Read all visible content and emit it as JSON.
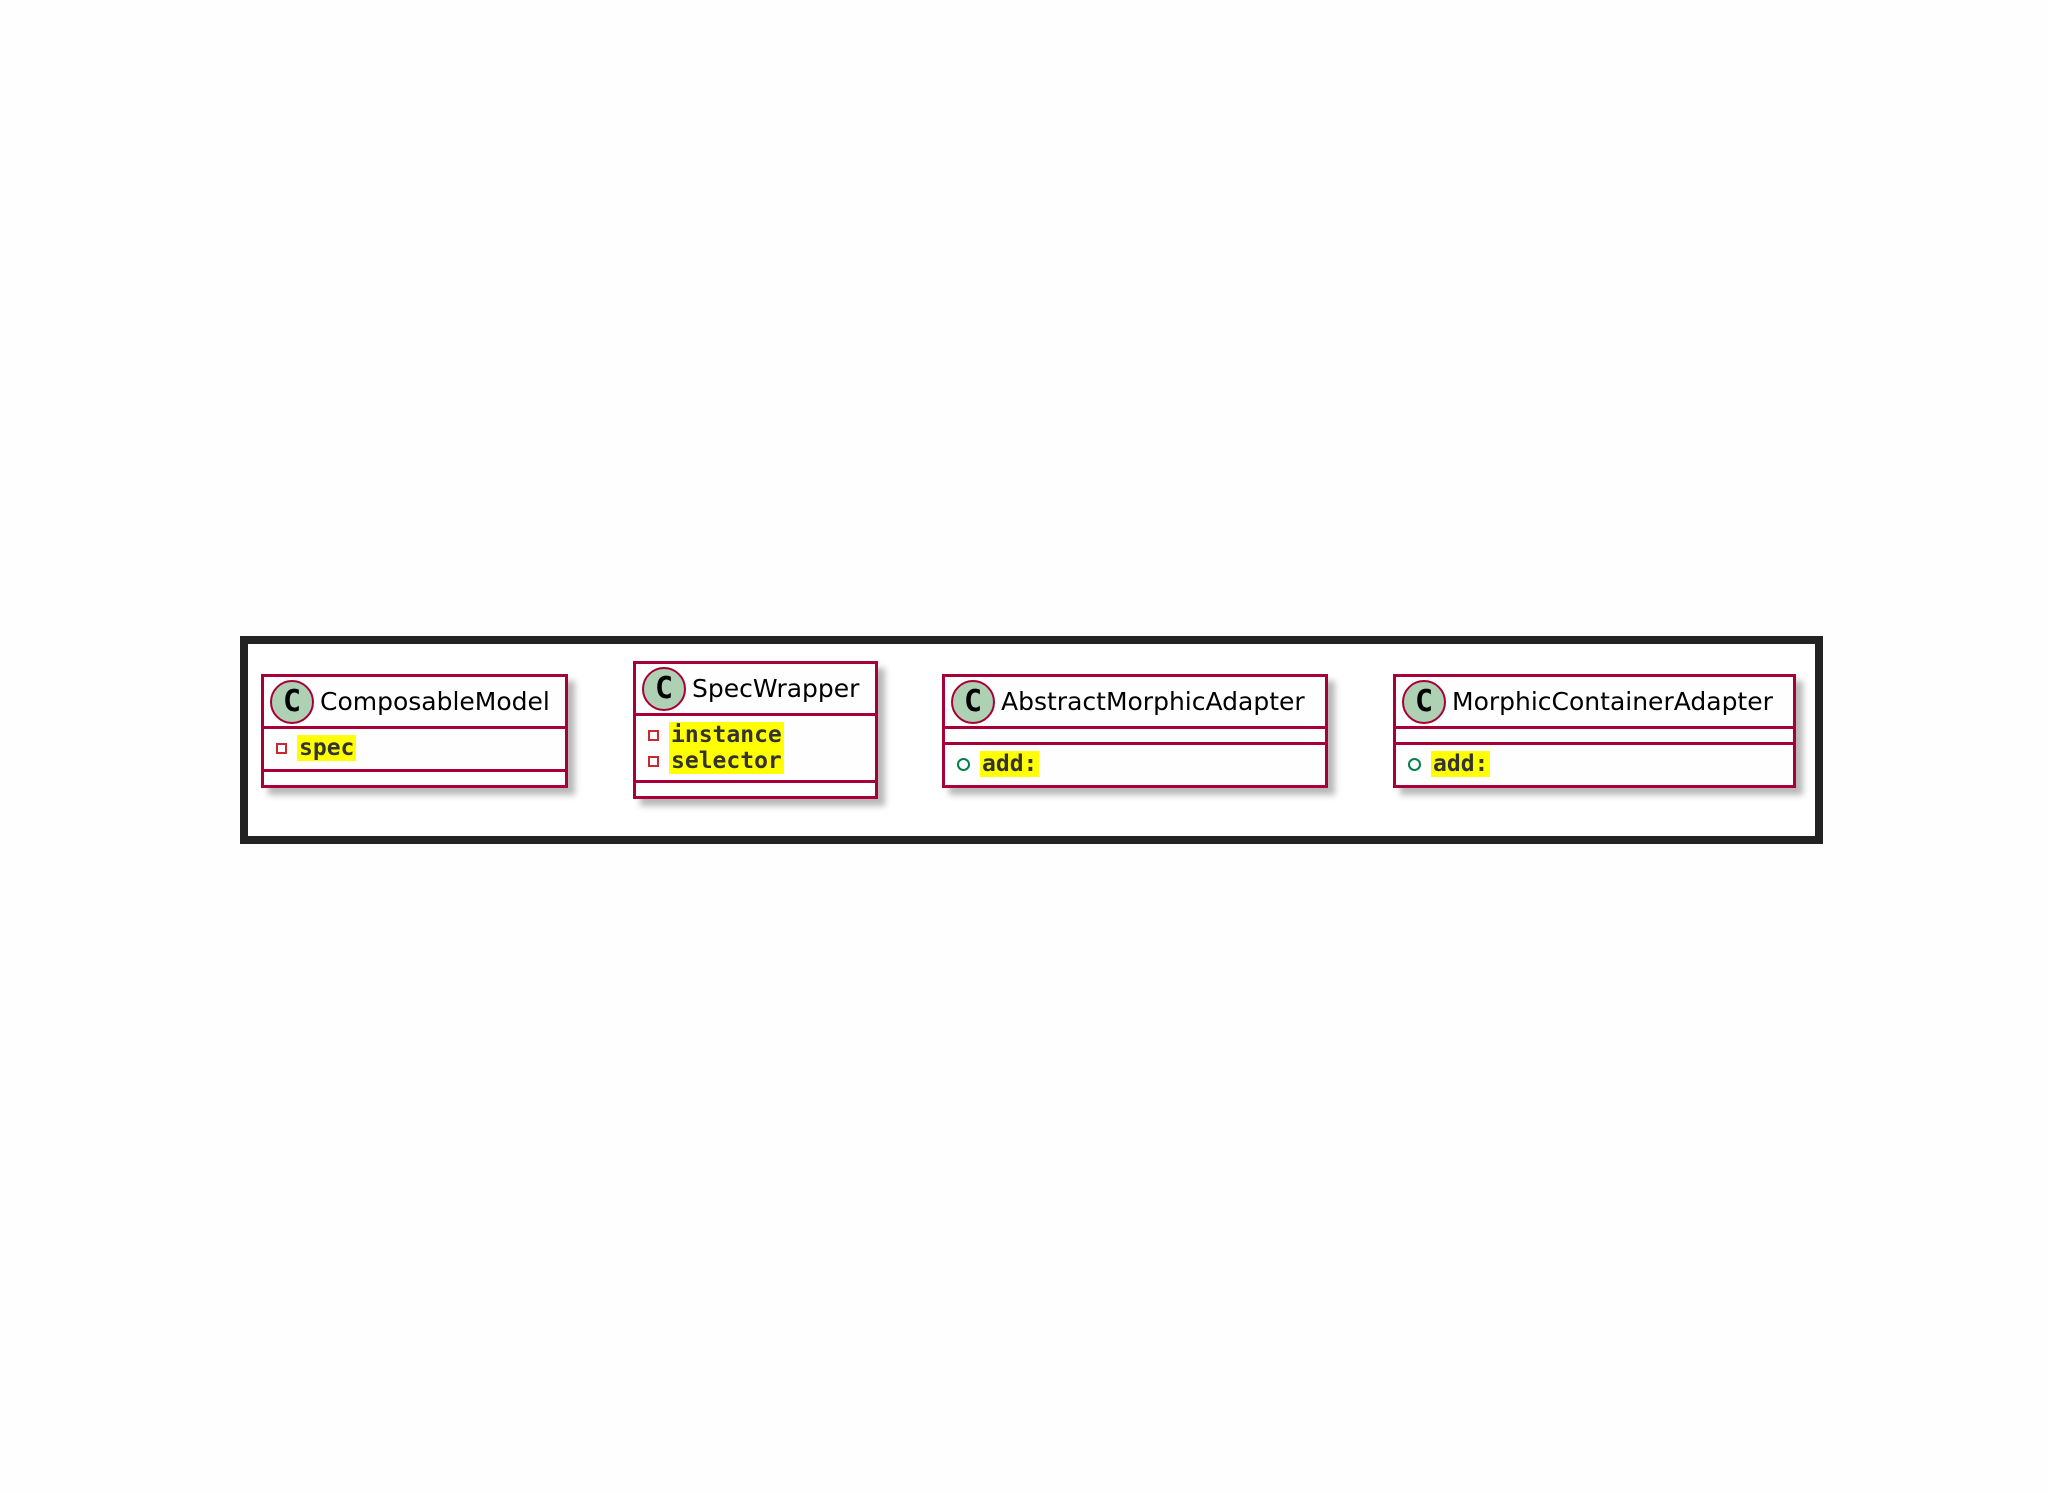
{
  "colors": {
    "border": "#a80036",
    "circle_fill": "#add1b2",
    "highlight": "#ffff00",
    "private_marker": "#c82930",
    "public_marker": "#038048",
    "frame": "#222222"
  },
  "classes": [
    {
      "icon": "C",
      "name": "ComposableModel",
      "attributes": [
        {
          "visibility": "private",
          "name": "spec"
        }
      ],
      "methods": []
    },
    {
      "icon": "C",
      "name": "SpecWrapper",
      "attributes": [
        {
          "visibility": "private",
          "name": "instance"
        },
        {
          "visibility": "private",
          "name": "selector"
        }
      ],
      "methods": []
    },
    {
      "icon": "C",
      "name": "AbstractMorphicAdapter",
      "attributes": [],
      "methods": [
        {
          "visibility": "public",
          "name": "add:"
        }
      ]
    },
    {
      "icon": "C",
      "name": "MorphicContainerAdapter",
      "attributes": [],
      "methods": [
        {
          "visibility": "public",
          "name": "add:"
        }
      ]
    }
  ]
}
